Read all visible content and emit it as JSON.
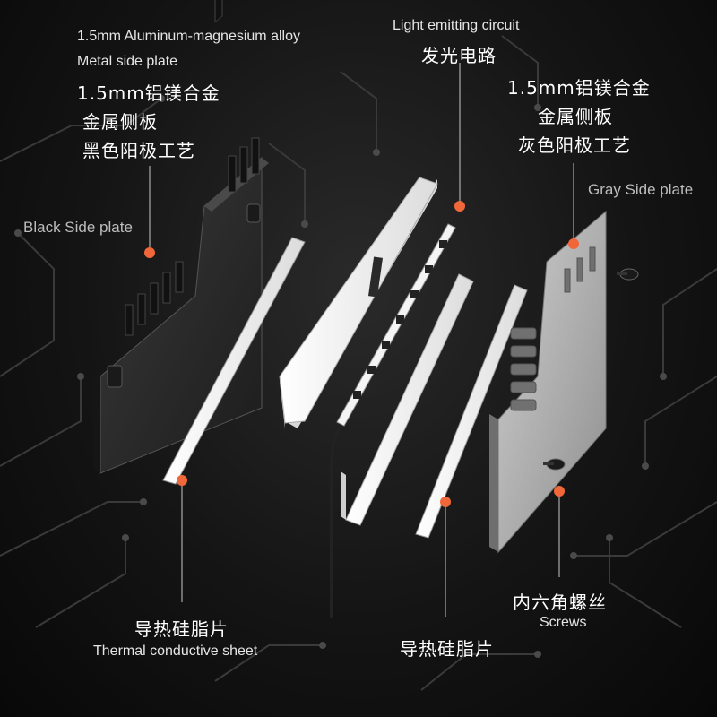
{
  "labels": {
    "black_plate_en_line1": "1.5mm Aluminum-magnesium alloy",
    "black_plate_en_line2": "Metal side plate",
    "black_plate_zh_line1": "1.5mm铝镁合金",
    "black_plate_zh_line2": "金属侧板",
    "black_plate_zh_line3": "黑色阳极工艺",
    "black_side_plate": "Black Side plate",
    "light_circuit_en": "Light emitting circuit",
    "light_circuit_zh": "发光电路",
    "gray_plate_zh_line1": "1.5mm铝镁合金",
    "gray_plate_zh_line2": "金属侧板",
    "gray_plate_zh_line3": "灰色阳极工艺",
    "gray_side_plate": "Gray Side plate",
    "thermal_left_zh": "导热硅脂片",
    "thermal_left_en": "Thermal conductive sheet",
    "thermal_center_zh": "导热硅脂片",
    "screws_zh": "内六角螺丝",
    "screws_en": "Screws"
  },
  "colors": {
    "background": "#111111",
    "accent_dot": "#f0673a",
    "leader_line": "#c8c8c8",
    "black_plate": "#2e2e2e",
    "gray_plate": "#b8b8b8",
    "thermal_pad": "#f2f2f2",
    "circuit_trace": "#3a3a3a"
  },
  "icons": [
    "screw-icon",
    "callout-dot"
  ]
}
